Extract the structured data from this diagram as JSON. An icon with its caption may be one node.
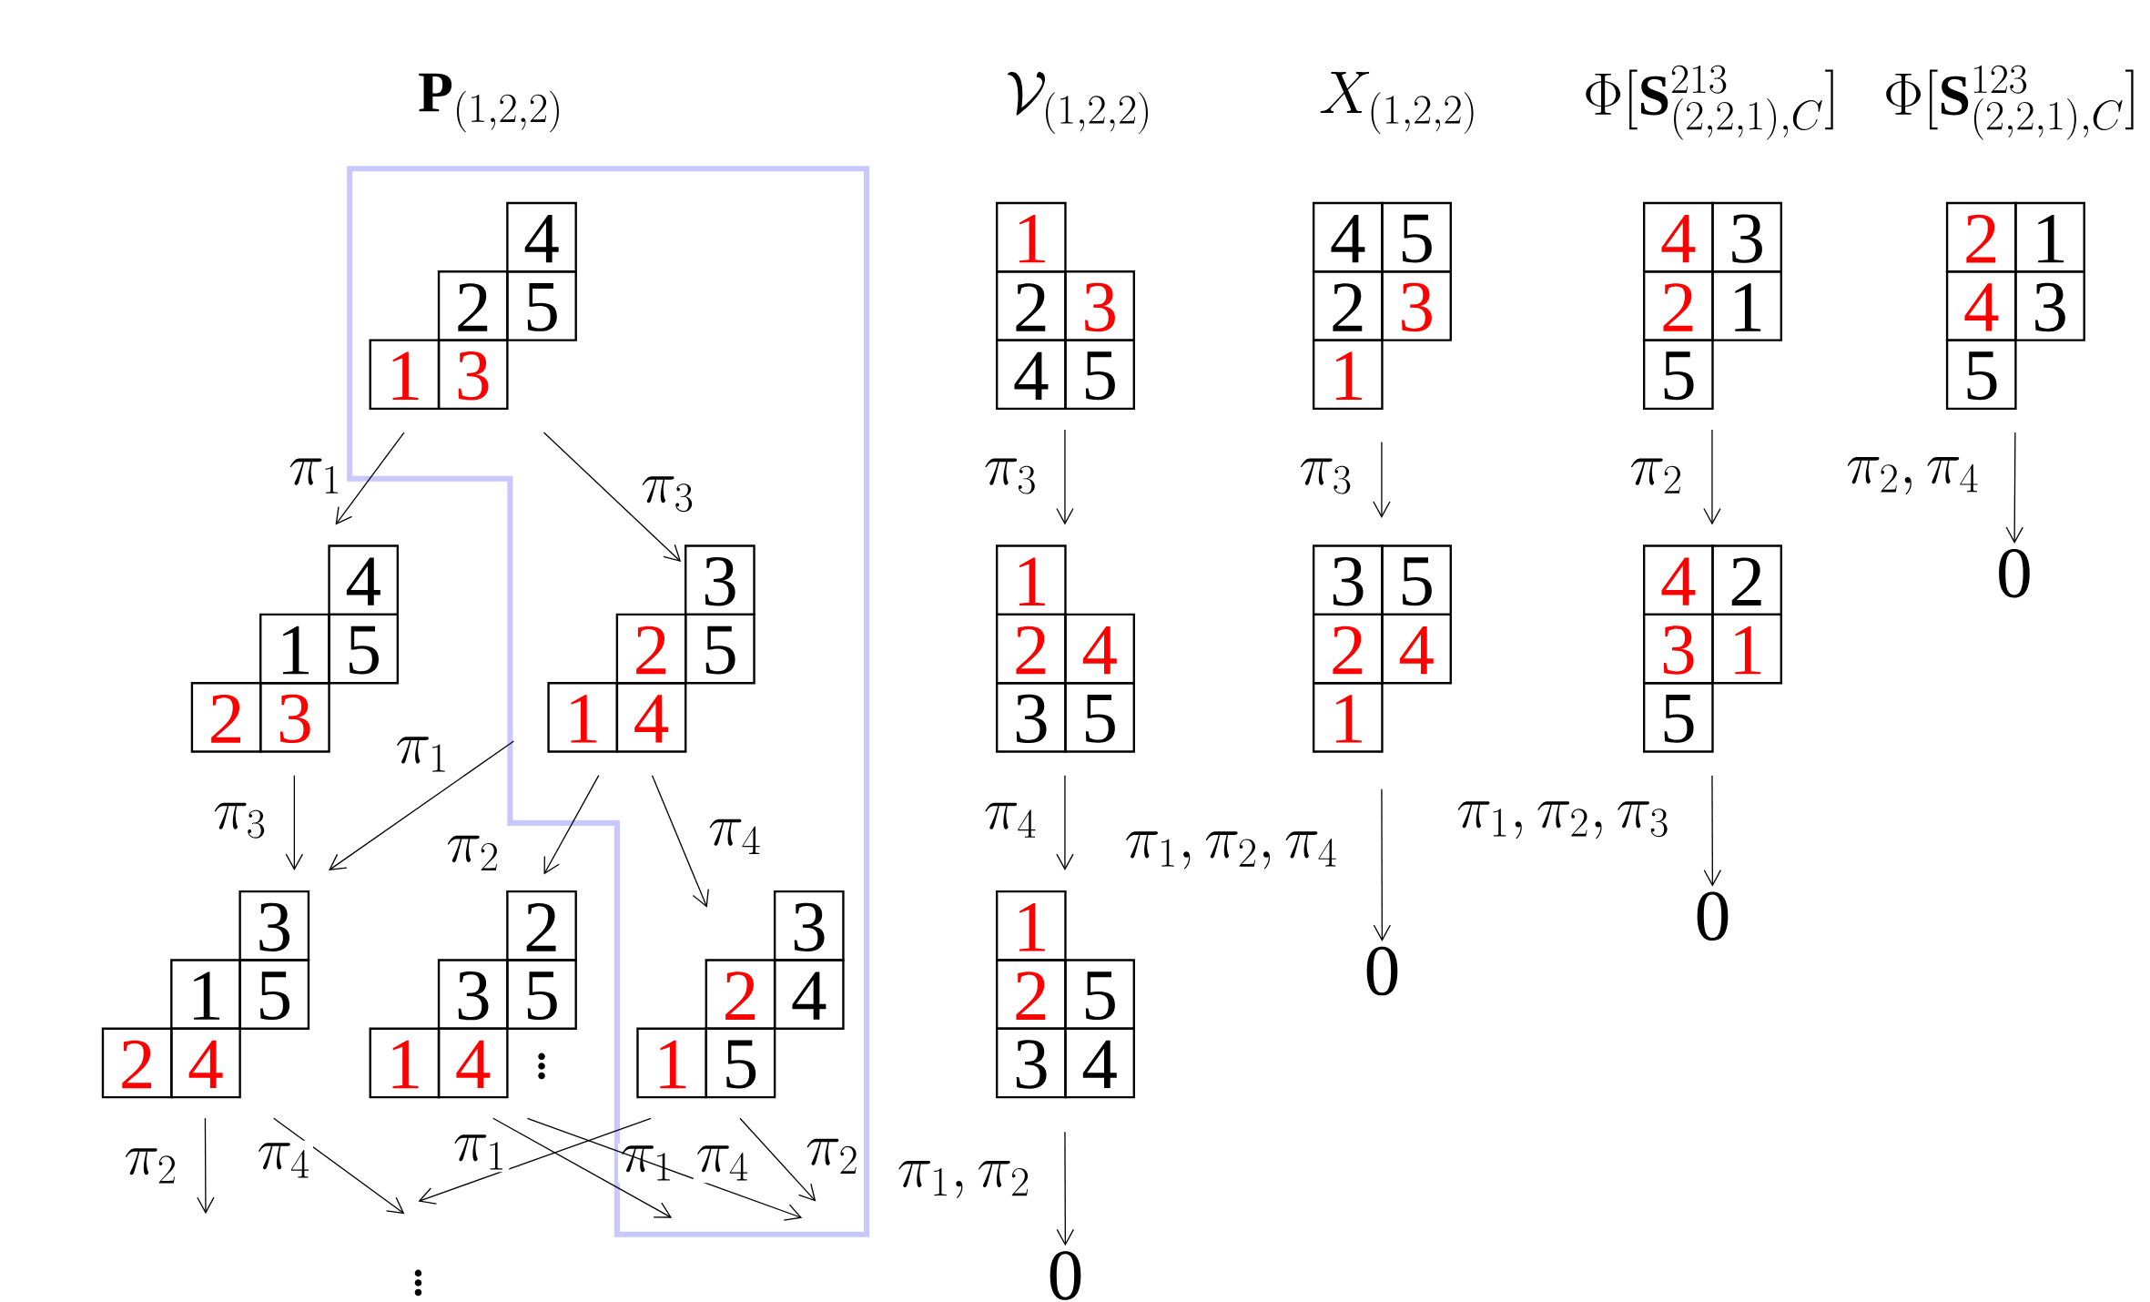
{
  "diagram": {
    "nodes": [
      {
        "text": [
          "4",
          "2",
          "5",
          "1",
          "3"
        ]
      },
      {
        "text": [
          "4",
          "1",
          "5",
          "2",
          "3"
        ]
      },
      {
        "text": [
          "3",
          "2",
          "5",
          "1",
          "4"
        ]
      },
      {
        "text": [
          "3",
          "1",
          "5",
          "2",
          "4"
        ]
      },
      {
        "text": [
          "2",
          "3",
          "5",
          "1",
          "4"
        ]
      },
      {
        "text": [
          "3",
          "2",
          "4",
          "1",
          "5"
        ]
      },
      {
        "text": [
          "1",
          "2",
          "3",
          "4",
          "5"
        ]
      },
      {
        "text": [
          "1",
          "2",
          "4",
          "3",
          "5"
        ]
      },
      {
        "text": [
          "1",
          "2",
          "5",
          "3",
          "4"
        ]
      },
      {
        "text": [
          "0"
        ]
      },
      {
        "text": [
          "4",
          "5",
          "2",
          "3",
          "1"
        ]
      },
      {
        "text": [
          "3",
          "5",
          "2",
          "4",
          "1"
        ]
      },
      {
        "text": [
          "0"
        ]
      },
      {
        "text": [
          "4",
          "3",
          "2",
          "1",
          "5"
        ]
      },
      {
        "text": [
          "4",
          "2",
          "3",
          "1",
          "5"
        ]
      },
      {
        "text": [
          "0"
        ]
      },
      {
        "text": [
          "2",
          "1",
          "4",
          "3",
          "5"
        ]
      },
      {
        "text": [
          "0"
        ]
      }
    ],
    "edges": [
      {
        "from": 0,
        "to": 1,
        "arrow": "to",
        "label": "\\pi_1"
      },
      {
        "from": 0,
        "to": 2,
        "arrow": "to",
        "label": "\\pi_3"
      },
      {
        "from": 1,
        "to": 3,
        "arrow": "to",
        "label": "\\pi_3"
      },
      {
        "from": 2,
        "to": 3,
        "arrow": "to",
        "label": "\\pi_1"
      },
      {
        "from": 2,
        "to": 4,
        "arrow": "to",
        "label": "\\pi_2"
      },
      {
        "from": 2,
        "to": 5,
        "arrow": "to",
        "label": "\\pi_4"
      },
      {
        "from": 3,
        "to": null,
        "arrow": "to",
        "label": "\\pi_2"
      },
      {
        "from": 3,
        "to": null,
        "arrow": "to",
        "label": "\\pi_4"
      },
      {
        "from": 4,
        "to": null,
        "arrow": "to",
        "label": "\\pi_1"
      },
      {
        "from": 4,
        "to": null,
        "arrow": "to",
        "label": "\\pi_4"
      },
      {
        "from": 5,
        "to": null,
        "arrow": "to",
        "label": "\\pi_1"
      },
      {
        "from": 5,
        "to": null,
        "arrow": "to",
        "label": "\\pi_2"
      },
      {
        "from": 6,
        "to": 7,
        "arrow": "to",
        "label": "\\pi_3"
      },
      {
        "from": 7,
        "to": 8,
        "arrow": "to",
        "label": "\\pi_4"
      },
      {
        "from": 8,
        "to": 9,
        "arrow": "to",
        "label": "\\pi_1, \\pi_2"
      },
      {
        "from": 10,
        "to": 11,
        "arrow": "to",
        "label": "\\pi_3"
      },
      {
        "from": 11,
        "to": 12,
        "arrow": "to",
        "label": "\\pi_1, \\pi_2, \\pi_4"
      },
      {
        "from": 13,
        "to": 14,
        "arrow": "to",
        "label": "\\pi_2"
      },
      {
        "from": 14,
        "to": 15,
        "arrow": "to",
        "label": "\\pi_1, \\pi_2, \\pi_3"
      },
      {
        "from": 16,
        "to": 17,
        "arrow": "to",
        "label": "\\pi_2, \\pi_4"
      }
    ],
    "labels": [
      "\\mathbf{P}_{(1,2,2)}",
      "\\mathcal{V}_{(1,2,2)}",
      "X_{(1,2,2)}",
      "\\Phi[\\mathbf{S}^{213}_{(2,2,1),C}]",
      "\\Phi[\\mathbf{S}^{123}_{(2,2,1),C}]",
      "\\vdots",
      "\\vdots"
    ]
  }
}
